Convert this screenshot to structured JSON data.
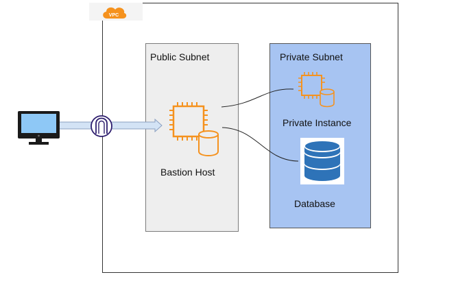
{
  "vpc": {
    "badge_text": "VPC"
  },
  "public_subnet": {
    "label": "Public Subnet"
  },
  "private_subnet": {
    "label": "Private Subnet"
  },
  "bastion": {
    "label": "Bastion Host"
  },
  "private_instance": {
    "label": "Private Instance"
  },
  "database": {
    "label": "Database"
  },
  "colors": {
    "ec2_orange": "#f5921e",
    "vpc_orange": "#f5921e",
    "db_blue": "#2e73b8",
    "private_subnet_fill": "#a7c4f2",
    "public_subnet_fill": "#eeeeee",
    "monitor_blue": "#8ec8f6",
    "gateway_purple": "#2e1e6e",
    "arrow_fill": "#d3e3f5"
  },
  "icons": [
    "desktop-computer-icon",
    "internet-gateway-icon",
    "ec2-instance-icon",
    "database-icon",
    "vpc-cloud-icon"
  ]
}
